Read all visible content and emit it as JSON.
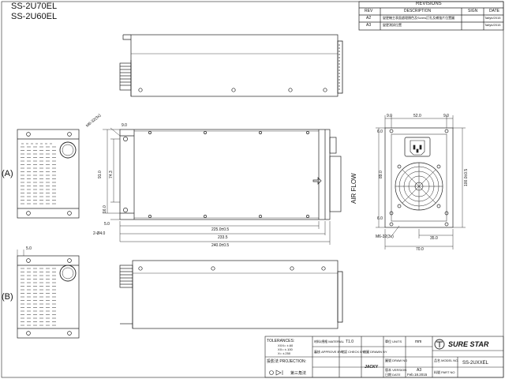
{
  "models": [
    "SS-2U70EL",
    "SS-2U60EL"
  ],
  "view_labels": {
    "a": "(A)",
    "b": "(B)"
  },
  "airflow": "AIR FLOW",
  "revisions": {
    "title": "REVISIONS",
    "headers": [
      "REV",
      "DESCRIPTION",
      "SIGN",
      "DATE"
    ],
    "rows": [
      {
        "rev": "A2",
        "description": "變更機主表面處理顏色及Screw訂孔及補強片位置圖",
        "sign": "",
        "date": "Taifyb/2015"
      },
      {
        "rev": "A3",
        "description": "變更測試位置",
        "sign": "",
        "date": "Taifyb/2015"
      }
    ]
  },
  "dimensions": {
    "front": [
      "M6-32(3x)",
      "9.0",
      "16.0",
      "74.3",
      "91.0",
      "5.0",
      "2-Ø4.0"
    ],
    "bottom": [
      "225.0±0.5",
      "233.5",
      "240.0±0.5"
    ],
    "rear": [
      "9.0",
      "52.0",
      "9.0",
      "6.0",
      "6.0",
      "89.0",
      "100.0±0.5",
      "M6-32(3x)",
      "35.0",
      "70.0"
    ],
    "side_b": [
      "5.0"
    ]
  },
  "title_block": {
    "tolerances": "TOLERANCES:",
    "tol_rows": [
      "XXX= ±.60",
      "XX= ±.100",
      "X= ±.250"
    ],
    "material_label": "材料/規格 MATERIAL",
    "material_value": "T1.0",
    "units_label": "單位 UNITS",
    "units_value": "mm",
    "approve_label": "審核 APPROVE BY",
    "check_label": "確認 CHECK BY",
    "drawn_label": "繪圖 DRAWN BY",
    "drawn_value": "JACKY",
    "projection_label": "投影法 PROJECTION:",
    "projection_value": "第三角法",
    "drawno_label": "圖號 DRAW NO",
    "version_label": "版本 VERSION",
    "version_value": "A3",
    "date_label": "日期 DATE",
    "date_value": "Feb.18.2015",
    "model_label": "品名 MODEL NO.",
    "model_value": "SS-2UXXEL",
    "part_label": "料號 PART NO",
    "company": "SURE STAR"
  }
}
